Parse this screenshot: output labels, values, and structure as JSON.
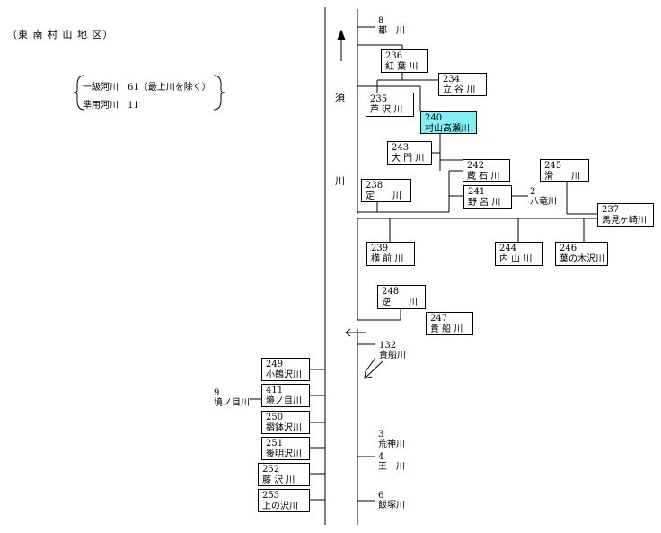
{
  "region_label": "（東 南 村 山 地 区）",
  "legend": {
    "row1_label": "一級河川",
    "row1_count": "61（最上川を除く）",
    "row2_label": "準用河川",
    "row2_count": "11"
  },
  "main_river_char_1": "須",
  "main_river_char_2": "川",
  "rivers": {
    "r8": {
      "num": "8",
      "name": "都　川"
    },
    "r236": {
      "num": "236",
      "name": "紅 葉 川"
    },
    "r234": {
      "num": "234",
      "name": "立 谷 川"
    },
    "r235": {
      "num": "235",
      "name": "芦 沢 川"
    },
    "r240": {
      "num": "240",
      "name": "村山高瀬川"
    },
    "r243": {
      "num": "243",
      "name": "大 門 川"
    },
    "r242": {
      "num": "242",
      "name": "蔵 石 川"
    },
    "r245": {
      "num": "245",
      "name": "滑　　川"
    },
    "r238": {
      "num": "238",
      "name": "定　　川"
    },
    "r241": {
      "num": "241",
      "name": "野 呂 川"
    },
    "r2": {
      "num": "2",
      "name": "八竜川"
    },
    "r237": {
      "num": "237",
      "name": "馬見ヶ崎川"
    },
    "r239": {
      "num": "239",
      "name": "横 前 川"
    },
    "r244": {
      "num": "244",
      "name": "内 山 川"
    },
    "r246": {
      "num": "246",
      "name": "葉の木沢川"
    },
    "r248": {
      "num": "248",
      "name": "逆　　川"
    },
    "r247": {
      "num": "247",
      "name": "貴 船 川"
    },
    "r132": {
      "num": "132",
      "name": "貴船川"
    },
    "r249": {
      "num": "249",
      "name": "小鶴沢川"
    },
    "r411": {
      "num": "411",
      "name": "境ノ目川"
    },
    "r9": {
      "num": "9",
      "name": "境ノ目川"
    },
    "r250": {
      "num": "250",
      "name": "摺鉢沢川"
    },
    "r251": {
      "num": "251",
      "name": "後明沢川"
    },
    "r252": {
      "num": "252",
      "name": "藤 沢 川"
    },
    "r253": {
      "num": "253",
      "name": "上の沢川"
    },
    "r3": {
      "num": "3",
      "name": "荒神川"
    },
    "r4": {
      "num": "4",
      "name": "王　川"
    },
    "r6": {
      "num": "6",
      "name": "飯塚川"
    }
  },
  "colors": {
    "line": "#000000",
    "highlight": "#7ff0f4"
  },
  "arrows": [
    "flow-up-arrow",
    "flow-left-arrow",
    "flow-down-left-arrow"
  ]
}
